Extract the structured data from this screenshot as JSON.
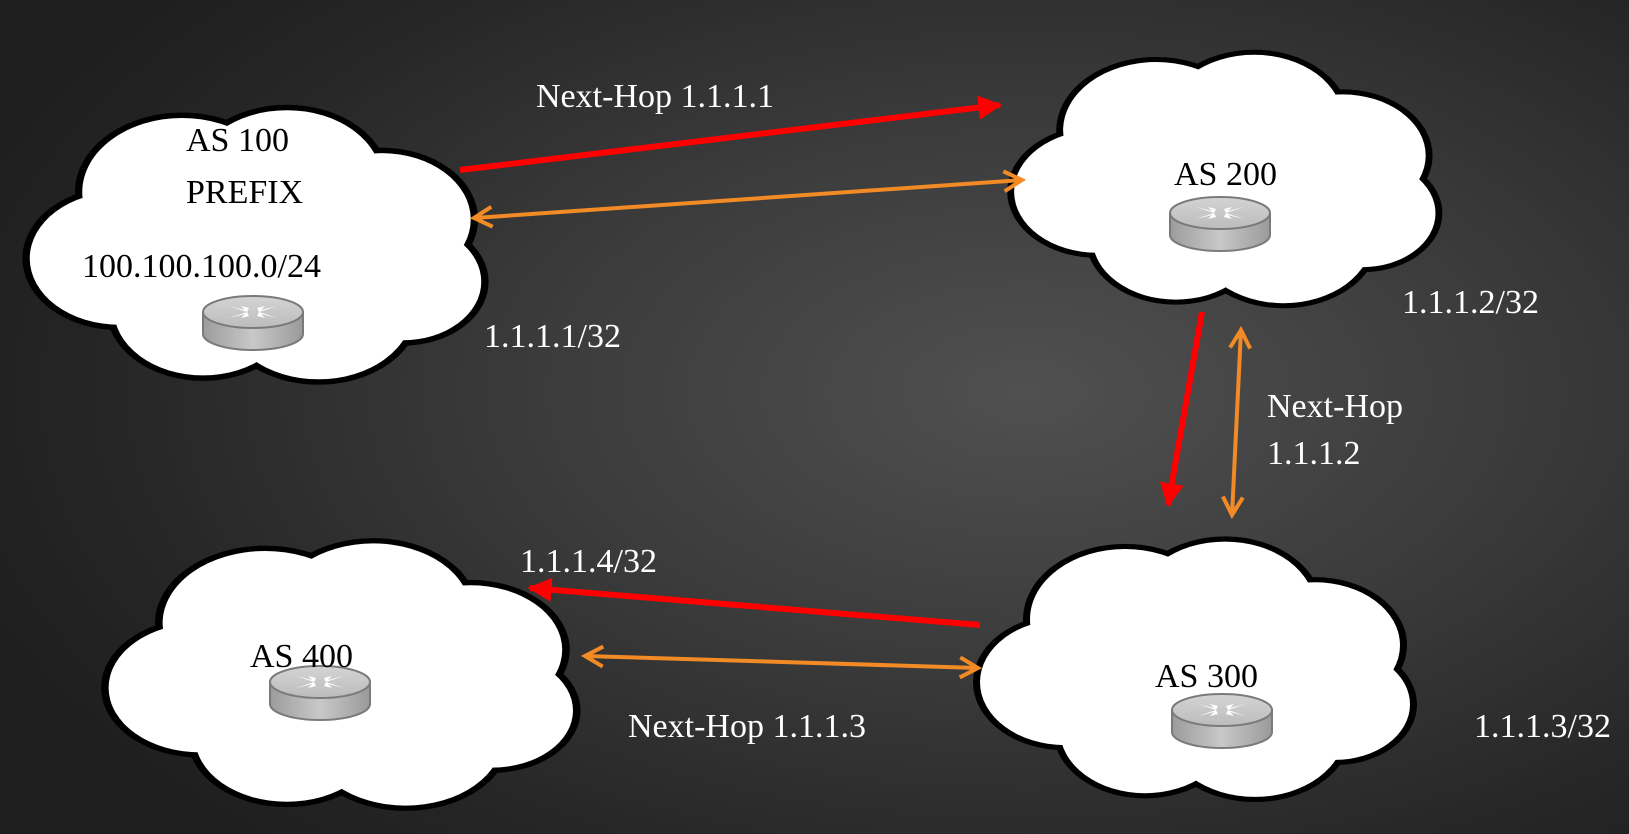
{
  "diagram": {
    "nodes": [
      {
        "id": "as100",
        "name": "AS 100",
        "extra": "PREFIX",
        "prefix": "100.100.100.0/24",
        "address": "1.1.1.1/32"
      },
      {
        "id": "as200",
        "name": "AS 200",
        "address": "1.1.1.2/32"
      },
      {
        "id": "as300",
        "name": "AS 300",
        "address": "1.1.1.3/32"
      },
      {
        "id": "as400",
        "name": "AS 400",
        "address": "1.1.1.4/32"
      }
    ],
    "edges": [
      {
        "from": "as100",
        "to": "as200",
        "label": "Next-Hop 1.1.1.1",
        "color": "#ff0000",
        "direction": "one-way"
      },
      {
        "from": "as100",
        "to": "as200",
        "color": "#f28a26",
        "direction": "bidirectional"
      },
      {
        "from": "as200",
        "to": "as300",
        "label_line1": "Next-Hop",
        "label_line2": "1.1.1.2",
        "color": "#ff0000",
        "direction": "one-way"
      },
      {
        "from": "as200",
        "to": "as300",
        "color": "#f28a26",
        "direction": "bidirectional"
      },
      {
        "from": "as300",
        "to": "as400",
        "color": "#ff0000",
        "direction": "one-way"
      },
      {
        "from": "as300",
        "to": "as400",
        "label": "Next-Hop 1.1.1.3",
        "color": "#f28a26",
        "direction": "bidirectional"
      }
    ],
    "colors": {
      "advertisement_arrow": "#ff0000",
      "session_arrow": "#f28a26",
      "cloud_fill": "#ffffff",
      "router_fill": "#bdbdbd"
    }
  }
}
